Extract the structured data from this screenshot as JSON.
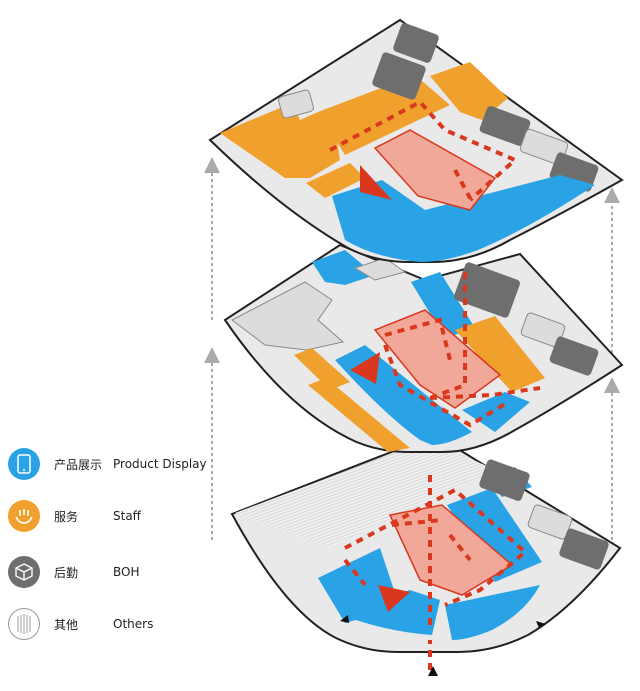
{
  "legend": [
    {
      "cn": "产品展示",
      "en": "Product Display",
      "color": "#2aa3e6",
      "icon": "tablet-icon"
    },
    {
      "cn": "服务",
      "en": "Staff",
      "color": "#f0a02d",
      "icon": "hands-icon"
    },
    {
      "cn": "后勤",
      "en": "BOH",
      "color": "#6e6e6e",
      "icon": "box-icon"
    },
    {
      "cn": "其他",
      "en": "Others",
      "color": "#ffffff",
      "icon": "stripes-icon"
    }
  ],
  "colors": {
    "product_display": "#2aa3e6",
    "staff": "#f0a02d",
    "boh": "#6e6e6e",
    "others": "#dcdcdc",
    "floor": "#e9e9e9",
    "center_zone": "#f2a898",
    "path": "#d9381e"
  }
}
